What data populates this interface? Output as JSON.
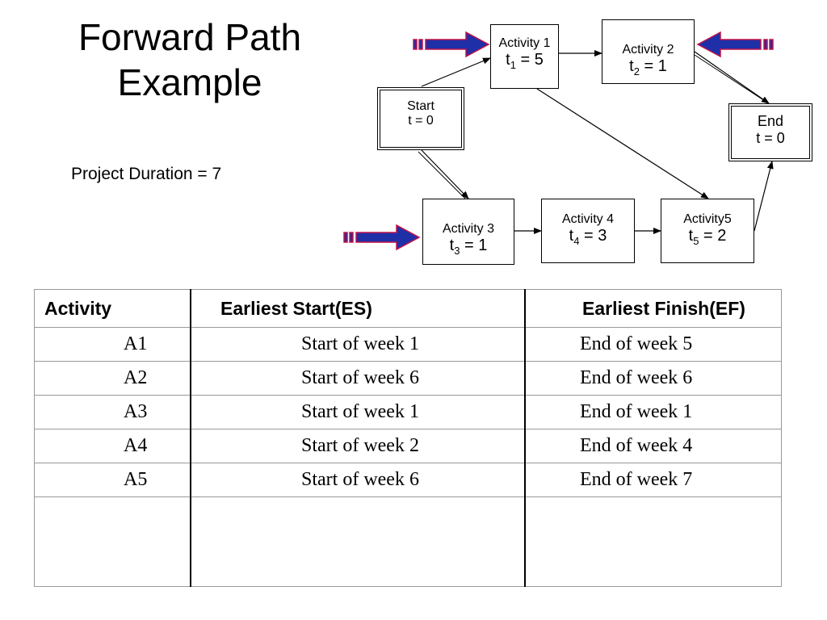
{
  "slide": {
    "title_line1": "Forward Path",
    "title_line2": "Example",
    "duration": "Project Duration = 7"
  },
  "network": {
    "start": {
      "name": "Start",
      "value": "t = 0"
    },
    "end": {
      "name": "End",
      "value": "t = 0"
    },
    "activities": [
      {
        "name": "Activity 1",
        "var": "t",
        "sub": "1",
        "eq": " = 5"
      },
      {
        "name": "Activity 2",
        "var": "t",
        "sub": "2",
        "eq": " = 1"
      },
      {
        "name": "Activity 3",
        "var": "t",
        "sub": "3",
        "eq": " = 1"
      },
      {
        "name": "Activity 4",
        "var": "t",
        "sub": "4",
        "eq": " = 3"
      },
      {
        "name": "Activity5",
        "var": "t",
        "sub": "5",
        "eq": " = 2"
      }
    ],
    "arrow_color": "#1f2fa8",
    "arrow_outline": "#c0134a"
  },
  "table": {
    "headers": [
      "Activity",
      "Earliest Start(ES)",
      "Earliest Finish(EF)"
    ],
    "rows": [
      {
        "activity": "A1",
        "es": "Start of week 1",
        "ef": "End of week 5"
      },
      {
        "activity": "A2",
        "es": "Start of week 6",
        "ef": "End of week 6"
      },
      {
        "activity": "A3",
        "es": "Start of week 1",
        "ef": "End of week 1"
      },
      {
        "activity": "A4",
        "es": "Start of week 2",
        "ef": "End of week 4"
      },
      {
        "activity": "A5",
        "es": "Start of week 6",
        "ef": "End of week 7"
      }
    ]
  }
}
